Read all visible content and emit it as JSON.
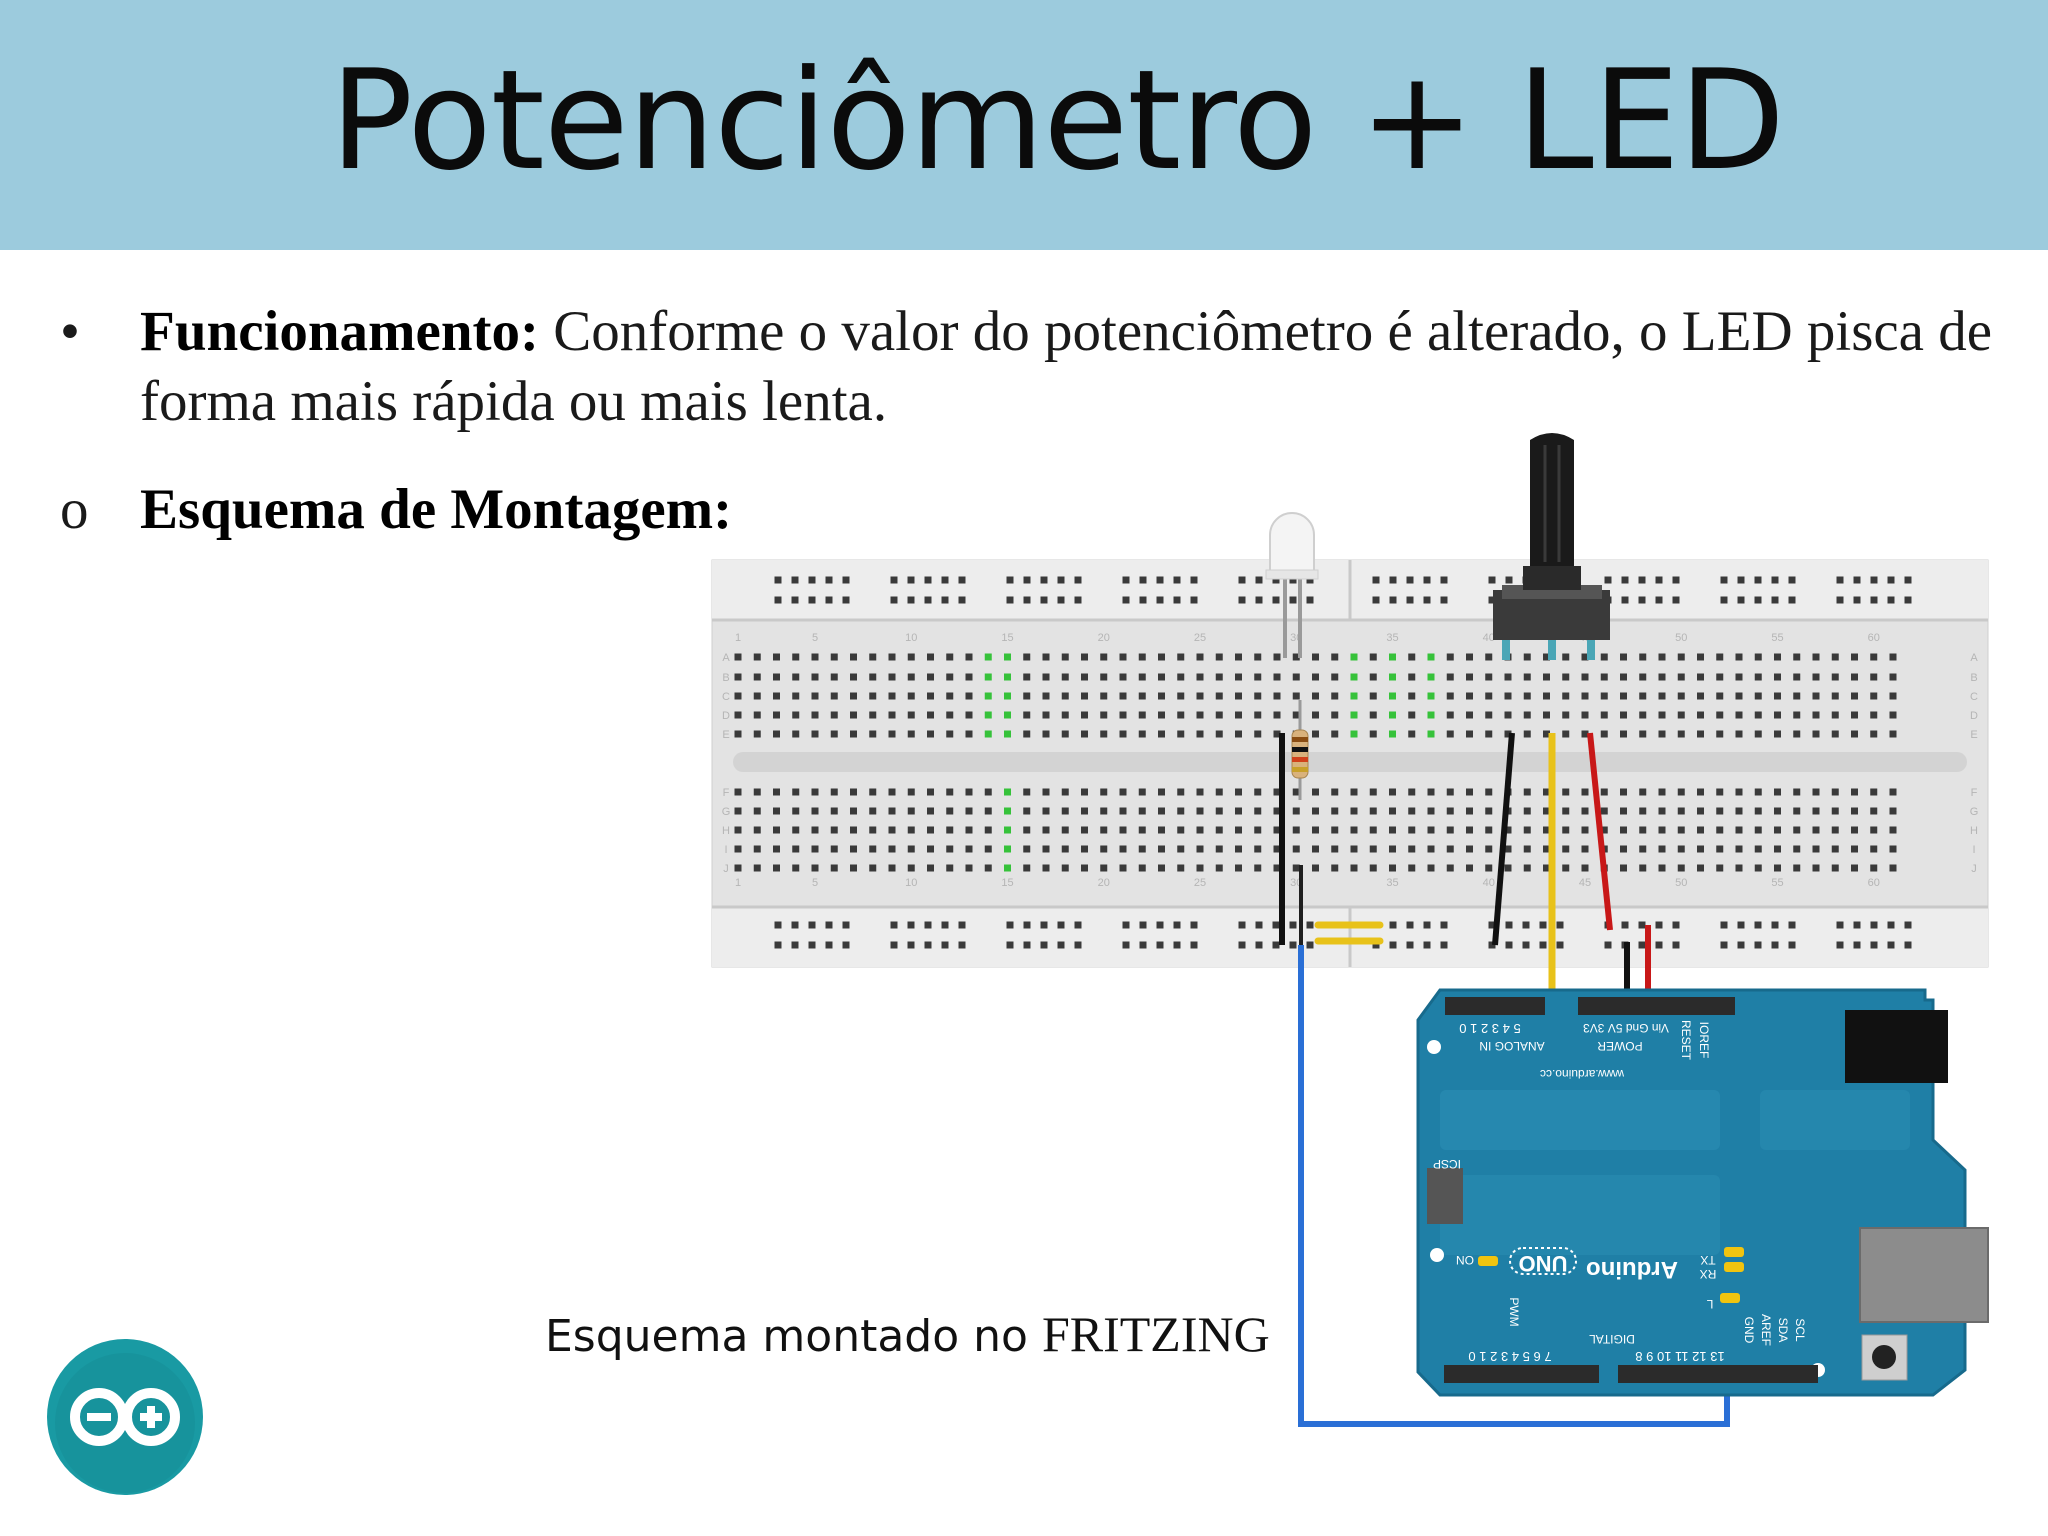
{
  "slide": {
    "title": "Potenciômetro + LED",
    "bullet1": {
      "marker": "•",
      "label": "Funcionamento:",
      "text": " Conforme o valor do potenciômetro é alterado, o LED pisca de forma mais rápida ou mais lenta."
    },
    "bullet2": {
      "marker": "o",
      "label": "Esquema de Montagem:"
    },
    "caption": {
      "prefix": "Esquema montado no ",
      "brand": "FRITZING"
    }
  },
  "breadboard": {
    "column_numbers": [
      "1",
      "5",
      "10",
      "15",
      "20",
      "25",
      "30",
      "35",
      "40",
      "45",
      "50",
      "55",
      "60"
    ],
    "row_letters_top": [
      "A",
      "B",
      "C",
      "D",
      "E"
    ],
    "row_letters_bottom": [
      "F",
      "G",
      "H",
      "I",
      "J"
    ]
  },
  "arduino": {
    "analog_label": "ANALOG IN",
    "analog_pins": "5 4 3 2 1 0",
    "power_label": "POWER",
    "power_pins": "Vin Gnd 5V 3V3",
    "reset_label": "RESET",
    "ioref_label": "IOREF",
    "url": "www.arduino.cc",
    "icsp": "ICSP",
    "brand": "Arduino",
    "model": "UNO",
    "on_label": "ON",
    "l_label": "L",
    "tx_label": "TX",
    "rx_label": "RX",
    "digital_label": "DIGITAL",
    "pwm_label": "PWM",
    "gnd_label": "GND",
    "aref_label": "AREF",
    "sda_label": "SDA",
    "scl_label": "SCL",
    "digital_pins_low": "7 6 5 4 3 2 1 0",
    "digital_pins_high": "13 12 11 10 9 8"
  },
  "colors": {
    "title_band": "#9ccbdd",
    "arduino_board": "#1f7fa6",
    "wire_black": "#111111",
    "wire_yellow": "#e8c21a",
    "wire_red": "#c81818",
    "wire_blue": "#2a6fd6",
    "logo_teal": "#199aa3"
  },
  "icons": {
    "logo": "arduino-infinity-logo"
  }
}
